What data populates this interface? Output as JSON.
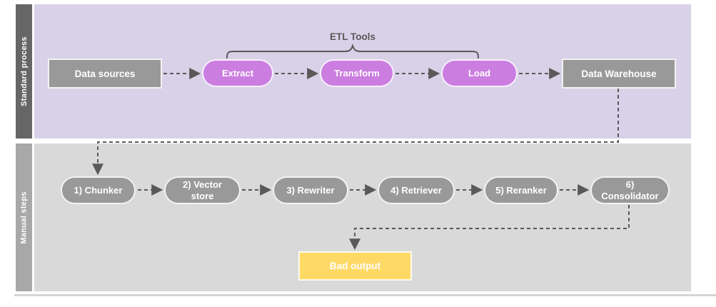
{
  "lanes": {
    "standard": {
      "label": "Standard process"
    },
    "manual": {
      "label": "Manual steps"
    }
  },
  "standard_process": {
    "bracket_label": "ETL Tools",
    "nodes": {
      "data_sources": "Data sources",
      "extract": "Extract",
      "transform": "Transform",
      "load": "Load",
      "data_warehouse": "Data Warehouse"
    }
  },
  "manual_steps": {
    "nodes": {
      "chunker": "1) Chunker",
      "vector_store": "2) Vector store",
      "rewriter": "3) Rewriter",
      "retriever": "4) Retriever",
      "reranker": "5) Reranker",
      "consolidator": "6) Consolidator",
      "bad_output": "Bad output"
    }
  },
  "edges": [
    {
      "from": "Data sources",
      "to": "Extract"
    },
    {
      "from": "Extract",
      "to": "Transform"
    },
    {
      "from": "Transform",
      "to": "Load"
    },
    {
      "from": "Load",
      "to": "Data Warehouse"
    },
    {
      "from": "Data Warehouse",
      "to": "1) Chunker"
    },
    {
      "from": "1) Chunker",
      "to": "2) Vector store"
    },
    {
      "from": "2) Vector store",
      "to": "3) Rewriter"
    },
    {
      "from": "3) Rewriter",
      "to": "4) Retriever"
    },
    {
      "from": "4) Retriever",
      "to": "5) Reranker"
    },
    {
      "from": "5) Reranker",
      "to": "6) Consolidator"
    },
    {
      "from": "6) Consolidator",
      "to": "Bad output"
    }
  ],
  "colors": {
    "lane_standard_bg": "#d8d1e8",
    "lane_standard_bar": "#666666",
    "lane_manual_bg": "#d9d9d9",
    "lane_manual_bar": "#a8a8a8",
    "gray_node": "#999999",
    "purple_node": "#cb7de0",
    "yellow_node": "#ffd966",
    "connector": "#595959"
  }
}
